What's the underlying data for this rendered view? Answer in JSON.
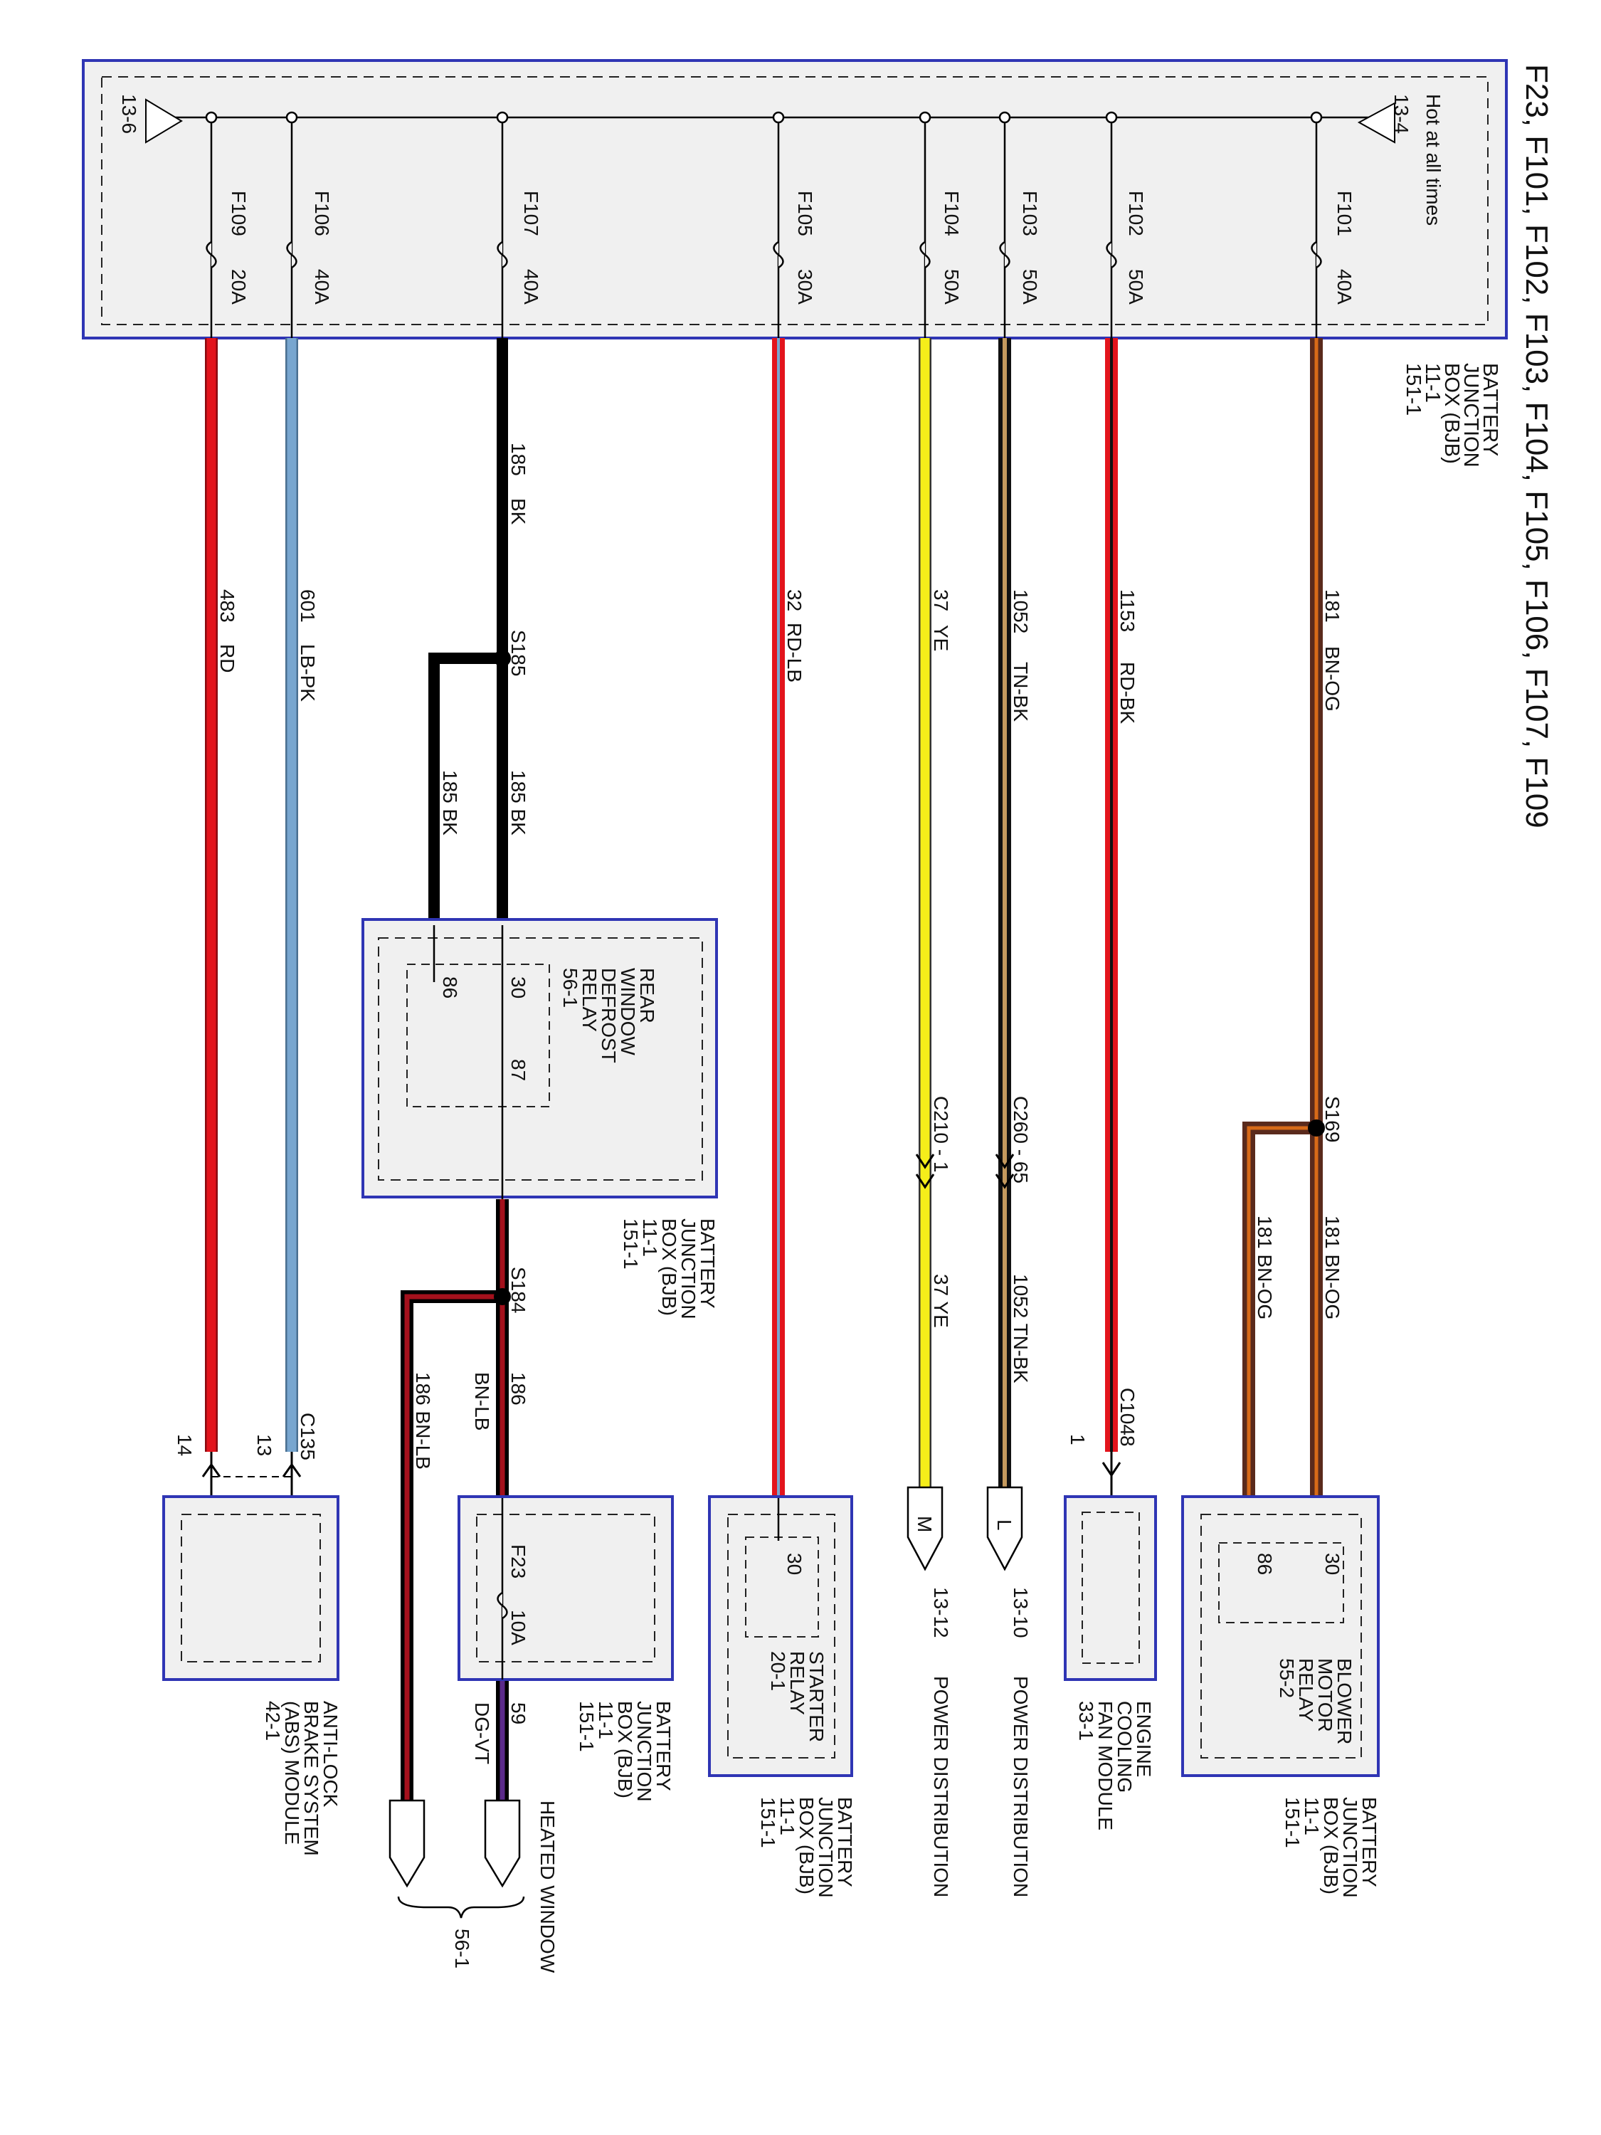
{
  "title": "F23, F101, F102, F103, F104, F105, F106, F107, F109",
  "colors": {
    "box_border": "#2f35b4",
    "box_fill": "#f0f0f0",
    "wire_black": "#000000",
    "wire_red": "#e3141c",
    "wire_dark_red": "#a4111c",
    "wire_brown": "#5a2a1c",
    "wire_orange": "#d86a18",
    "wire_tan": "#c59a5e",
    "wire_yellow": "#f5ee1a",
    "wire_light_blue": "#78a6cf",
    "wire_violet": "#5b2a8a"
  },
  "bjb": {
    "name_lines": [
      "BATTERY",
      "JUNCTION",
      "BOX (BJB)",
      "11-1",
      "151-1"
    ],
    "hot_label": "Hot at all times",
    "ref_left": "13-4",
    "ref_right": "13-6",
    "fuses": [
      {
        "id": "F101",
        "rating": "40A"
      },
      {
        "id": "F102",
        "rating": "50A"
      },
      {
        "id": "F103",
        "rating": "50A"
      },
      {
        "id": "F104",
        "rating": "50A"
      },
      {
        "id": "F105",
        "rating": "30A"
      },
      {
        "id": "F107",
        "rating": "40A"
      },
      {
        "id": "F106",
        "rating": "40A"
      },
      {
        "id": "F109",
        "rating": "20A"
      }
    ]
  },
  "wires": [
    {
      "circuit": "181",
      "color": "BN-OG"
    },
    {
      "circuit": "1153",
      "color": "RD-BK"
    },
    {
      "circuit": "1052",
      "color": "TN-BK"
    },
    {
      "circuit": "37",
      "color": "YE"
    },
    {
      "circuit": "32",
      "color": "RD-LB"
    },
    {
      "circuit": "185",
      "color": "BK"
    },
    {
      "circuit": "601",
      "color": "LB-PK"
    },
    {
      "circuit": "483",
      "color": "RD"
    }
  ],
  "splices": {
    "s169": {
      "id": "S169",
      "branch1": "181   BN-OG",
      "branch2": "181   BN-OG"
    },
    "s185": {
      "id": "S185",
      "branch1": "185   BK",
      "branch2": "185   BK"
    },
    "s184": {
      "id": "S184",
      "branch1_num": "186",
      "branch1_color": "BN-LB",
      "branch2": "186   BN-LB"
    }
  },
  "connectors": {
    "c260": {
      "id": "C260 - 65",
      "after": "1052   TN-BK"
    },
    "c210": {
      "id": "C210 - 1",
      "after": "37   YE"
    },
    "c1048": {
      "id": "C1048",
      "pin": "1"
    },
    "c135": {
      "id": "C135",
      "pin_a": "13",
      "pin_b": "14"
    }
  },
  "components": {
    "blower": {
      "name_lines": [
        "BLOWER",
        "MOTOR",
        "RELAY",
        "55-2"
      ],
      "pin_a": "30",
      "pin_b": "86",
      "box_lines": [
        "BATTERY",
        "JUNCTION",
        "BOX (BJB)",
        "11-1",
        "151-1"
      ]
    },
    "fan": {
      "name_lines": [
        "ENGINE",
        "COOLING",
        "FAN MODULE",
        "33-1"
      ]
    },
    "pd_l": {
      "letter": "L",
      "ref": "13-10",
      "label": "POWER DISTRIBUTION"
    },
    "pd_m": {
      "letter": "M",
      "ref": "13-12",
      "label": "POWER DISTRIBUTION"
    },
    "starter": {
      "name_lines": [
        "STARTER",
        "RELAY",
        "20-1"
      ],
      "pin": "30",
      "box_lines": [
        "BATTERY",
        "JUNCTION",
        "BOX (BJB)",
        "11-1",
        "151-1"
      ]
    },
    "rwd": {
      "name_lines": [
        "REAR",
        "WINDOW",
        "DEFROST",
        "RELAY",
        "56-1"
      ],
      "pin_30": "30",
      "pin_86": "86",
      "pin_87": "87",
      "box_lines": [
        "BATTERY",
        "JUNCTION",
        "BOX (BJB)",
        "11-1",
        "151-1"
      ]
    },
    "f23": {
      "fuse": "F23",
      "rating": "10A",
      "out_num": "59",
      "out_color": "DG-VT",
      "box_lines": [
        "BATTERY",
        "JUNCTION",
        "BOX (BJB)",
        "11-1",
        "151-1"
      ]
    },
    "heated": {
      "label": "HEATED WINDOW",
      "ref": "56-1"
    },
    "abs": {
      "name_lines": [
        "ANTI-LOCK",
        "BRAKE SYSTEM",
        "(ABS) MODULE",
        "42-1"
      ]
    }
  }
}
